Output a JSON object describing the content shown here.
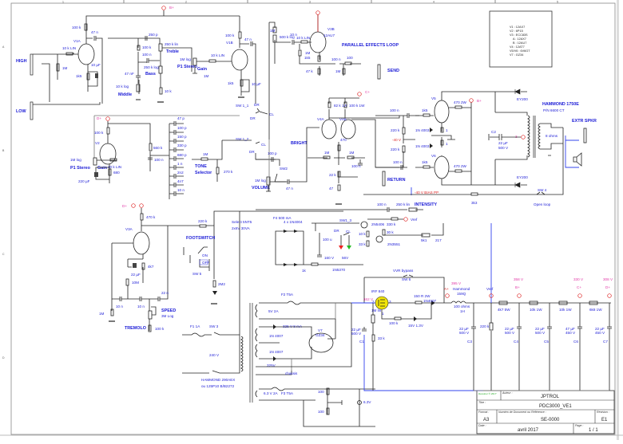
{
  "sheet": {
    "border_cols": [
      "1",
      "2",
      "3",
      "4",
      "5",
      "6"
    ],
    "border_rows": [
      "A",
      "B",
      "C",
      "D"
    ]
  },
  "tube_legend": {
    "lines": [
      "V1 : 12AX7",
      "V2 : 6P15",
      "V3 : ECC83S",
      "A : 12AX7",
      "B : 12AU7",
      "V4 : 12AT7",
      "V5/V6 : 6V6GT",
      "V7 : GZ34"
    ]
  },
  "title_block": {
    "logo": "Dessiner ® 2017",
    "author_label": "Auteur :",
    "author": "JPTROL",
    "title_label": "Titre :",
    "title": "PDC3000_VE1",
    "format_label": "Format :",
    "format": "A3",
    "docnum_label": "Numéro de Document ou Référence :",
    "docnum": "SE-0000",
    "revision_label": "Révision :",
    "revision": "E1",
    "date_label": "Date :",
    "date": "avril 2017",
    "page_label": "Page :",
    "page": "1  /  1"
  },
  "inputs": {
    "high": "HIGH",
    "low": "LOW"
  },
  "stage_v1a": {
    "tube": "V1A",
    "plate_r": "100 k",
    "grid_r": "10 k LIN",
    "grid_leak": "1M",
    "cath_r": "1k5",
    "cath_c": "10 µF",
    "coupling": "47 n"
  },
  "tone_stack": {
    "c_treble": "250 p",
    "r_slope": "100 k",
    "c_mid": "100 n",
    "c_bass": "47 nF",
    "treble_pot": "250 k lin",
    "treble": "Treble",
    "bass_pot": "250 k log",
    "bass": "Bass",
    "mid_pot": "10 k log",
    "middle": "Middle",
    "r_bottom": "10 k"
  },
  "stage_v1b": {
    "tube": "V1B",
    "plate_r": "100 k",
    "coupling": "47 n",
    "gain_pot": "1M log",
    "gain_pot_type": "P1 Stereo",
    "gain": "Gain",
    "grid_r": "10 k LIN",
    "grid_leak": "1M",
    "cath_r": "1k5",
    "cath_c": "10 µF",
    "switch": "SW 1_1",
    "pos_dr": "DR",
    "pos_cl": "CL"
  },
  "effects_loop": {
    "tube": "V3B",
    "tube_type": "12AU7",
    "title": "PARALLEL EFFECTS LOOP",
    "pot_top": "1M",
    "pot": "500 k log",
    "c_in": "10 n",
    "r_grid": "10 k LIN",
    "grid_leak": "1M",
    "cath_r": "1k5",
    "cath_r2": "47 k",
    "c_out": "100 n",
    "r_out": "100",
    "r_leak": "1M",
    "send": "SEND",
    "return": "RETURN"
  },
  "stage_v2": {
    "tube": "V2",
    "plate_r": "100 k",
    "screen_r": "560 k",
    "screen_c": "100 n",
    "gain_pot": "1M log",
    "gain_pot_type": "P1 Stereo",
    "gain": "Gain",
    "grid_r": "10 k LIN",
    "cath_c": "220 µF",
    "cath_r": "680",
    "caps": [
      "47 p",
      "100 p",
      "150 p",
      "330 p",
      "680 p",
      "1 n",
      "2n2",
      "4n7",
      "10 n"
    ],
    "tone_r": "1M",
    "tone": "TONE",
    "selector": "Selector",
    "r_shunt": "270 k",
    "switch": "SW 1_2"
  },
  "volume": {
    "bright_cap": "100 p",
    "bright": "BRIGHT",
    "bright_sw": "SW2",
    "pot": "1M log",
    "label": "VOLUME",
    "coupling": "47 n"
  },
  "phase_inverter": {
    "tube_a": "V4A",
    "tube_b": "V4B",
    "plate_a": "82 k 1W",
    "plate_b": "100 k 1W",
    "tail": "470",
    "r_fb1": "1M",
    "r_fb2": "1M",
    "cap": "100 n",
    "r_tail": "22 k",
    "r_nfb": "47"
  },
  "power_amp": {
    "tube_top": "V5",
    "tube_bot": "V6",
    "c_top": "100 n",
    "c_bot": "100 n",
    "grid_top": "1k5",
    "grid_bot": "1k5",
    "screen_top": "470 2W",
    "screen_bot": "470 2W",
    "bias_r1": "220 k",
    "bias_r2": "220 k",
    "bias_v": "-40 V",
    "diode1": "1N 4003",
    "diode2": "1N 4003",
    "r_cath1": "1",
    "r_cath2": "1",
    "bias_pp": "-40 V  BIAS PP",
    "nfb_r": "3k3",
    "pin_labels": [
      "3",
      "4",
      "5",
      "8"
    ]
  },
  "output": {
    "transformer": "HAMMOND 1750E",
    "transformer_pn": "P/N 6600 CT",
    "diode_top": "EY200",
    "diode_bot": "EY200",
    "cap_name": "C2",
    "cap": "22 µF",
    "cap_v": "500 V",
    "ohms": "8 ohms",
    "ext_spkr": "EXTR SPKR",
    "sw": "SW 4",
    "open_loop": "Open loop"
  },
  "tremolo": {
    "tube": "V3A",
    "plate_r": "470 k",
    "cath_r": "4k7",
    "cath_c": "22 µF",
    "r1": "10M",
    "c1": "10 n",
    "c2": "10 n",
    "c3": "22 n",
    "r_ground": "1M",
    "speed": "SPEED",
    "speed_pot": "3M Log",
    "r_speed": "100 k",
    "label": "TREMOLO",
    "r_out": "220 k",
    "footswitch": "FOOTSWITCH",
    "on": "ON",
    "off": "OFF",
    "sw": "SW 5",
    "ldr_r": "2M2"
  },
  "intensity": {
    "cap": "100 n",
    "pot": "250 k lin",
    "label": "INTENSITY",
    "transformer": "Select 5NT5",
    "transformer_spec": "2x6V 30VA",
    "fuse": "F4 500 mA",
    "bridge": "4 x 1N4004",
    "r_1k": "1k",
    "cap_main": "100 u",
    "cap_v": "160 V",
    "zener": "1N5370",
    "zener_v": "56V",
    "switch": "SW1_3",
    "dr": "DR",
    "cl": "CL",
    "q1": "2N5406",
    "q2": "2N3551",
    "r_10k": "10 k",
    "r_33k": "33 k",
    "r_330k": "330 k",
    "r_30k": "30 k",
    "vref": "Vref",
    "r_5k": "5k1",
    "r_217": "217"
  },
  "power_supply": {
    "fuse1": "F1 1A",
    "sw3": "SW 3",
    "mains": "240 V",
    "transformer": "HAMMOND 290AEX",
    "transformer_note": "ou 125P10 B/B2272",
    "fuse2": "F2 T5A",
    "fil_5v": "5V 2A",
    "ht": "325 V 8 mA",
    "diode1": "1N 4007",
    "diode2": "1N 4007",
    "ht2": "325V",
    "rect": "V7",
    "rect_type": "GZ34",
    "chassis": "chassis",
    "fil_6v": "6.3 V 2A",
    "fuse3": "F3 T5A",
    "r_hum1": "100",
    "r_hum2": "100",
    "pilot": "6.3V"
  },
  "regulator": {
    "bypass": "VVR bypass",
    "sw": "SW 6",
    "mosfet": "IRF 840",
    "mosfet_v": "462 V",
    "r_gate": "150 R 2W",
    "diode": "1N4007",
    "pot": "1M lin",
    "r_100k": "100 k",
    "zener": "15V 1.3V",
    "r_33k": "33 k",
    "c1": "22 µF",
    "c1_v": "500 V",
    "c1_name": "C1",
    "pin1": "1",
    "pin2": "2",
    "pin3": "3"
  },
  "filter": {
    "node_a": "A+",
    "node_a_v": "395 V",
    "choke": "Hammond",
    "choke_pn": "159Q",
    "choke_ohms": "100 ohms",
    "choke_h": "1H",
    "vref": "Vref",
    "c3": "22 µF",
    "c3_v": "500 V",
    "c3_name": "C3",
    "r_bleed": "220 k",
    "r1": "4k7 5W",
    "node_b": "B+",
    "node_b_v": "358 V",
    "c4": "22 µF",
    "c4_v": "500 V",
    "c4_name": "C4",
    "r2": "10k 1W",
    "c5": "22 µF",
    "c5_v": "500 V",
    "c5_name": "C5",
    "r3": "10k 1W",
    "node_c": "C+",
    "node_c_v": "330 V",
    "c6": "47 µF",
    "c6_v": "450 V",
    "c6_name": "C6",
    "r4": "6k8 1W",
    "node_d": "D+",
    "node_d_v": "308 V",
    "c7": "22 µF",
    "c7_v": "450 V",
    "c7_name": "C7"
  },
  "nodes": {
    "b_plus": "B+",
    "c_plus": "C+",
    "d_plus": "D+"
  }
}
